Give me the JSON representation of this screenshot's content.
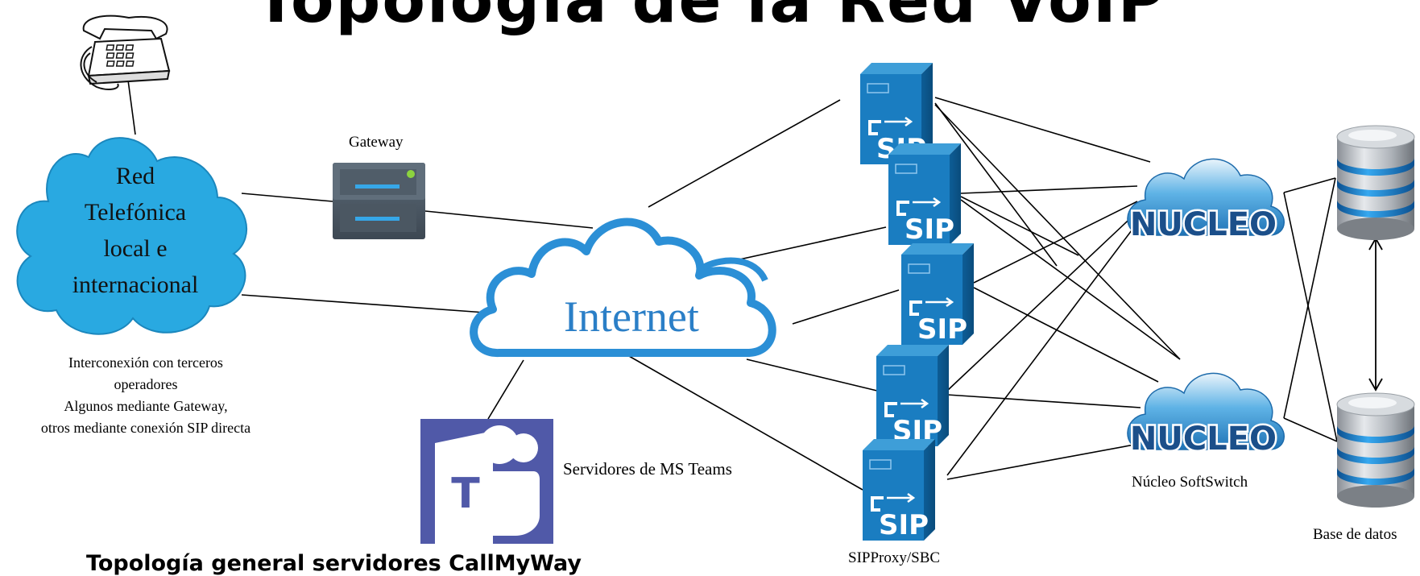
{
  "title": "Topología de la Red VoIP",
  "subtitle": "Topología general servidores CallMyWay",
  "pstn": {
    "cloud_lines": [
      "Red",
      "Telefónica",
      "local e",
      "internacional"
    ],
    "caption_lines": [
      "Interconexión con terceros",
      "operadores",
      "Algunos mediante Gateway,",
      "otros mediante conexión SIP directa"
    ]
  },
  "gateway_label": "Gateway",
  "internet_label": "Internet",
  "teams_label": "Servidores de MS Teams",
  "sip_text": "SIP",
  "sipproxy_label": "SIPProxy/SBC",
  "nucleo_text": "NUCLEO",
  "nucleo_label": "Núcleo SoftSwitch",
  "db_label": "Base de datos",
  "colors": {
    "pstn_cloud": "#29a9e1",
    "internet_cloud": "#2b8fd6",
    "sip_server": "#1a7dc1",
    "nucleo_text": "#1b4f8a",
    "teams": "#5059a8",
    "database_ring": "#1e86d1"
  }
}
